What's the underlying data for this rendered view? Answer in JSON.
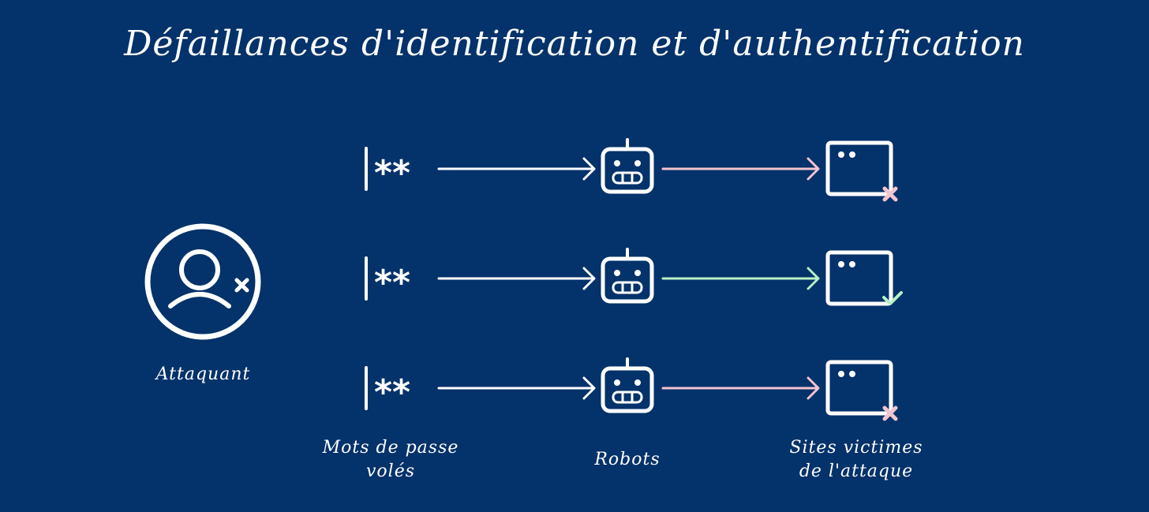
{
  "title": "Défaillances d'identification et d'authentification",
  "labels": {
    "attacker": "Attaquant",
    "passwords": [
      "Mots de passe",
      "volés"
    ],
    "robots": "Robots",
    "sites": [
      "Sites victimes",
      "de l'attaque"
    ]
  },
  "password_mask": "**",
  "rows": [
    {
      "result": "fail",
      "result_icon": "cross-icon"
    },
    {
      "result": "success",
      "result_icon": "check-icon"
    },
    {
      "result": "fail",
      "result_icon": "cross-icon"
    }
  ],
  "colors": {
    "background": "#04326a",
    "foreground": "#ffffff",
    "fail": "#f2c4d0",
    "success": "#b8f0c4"
  }
}
